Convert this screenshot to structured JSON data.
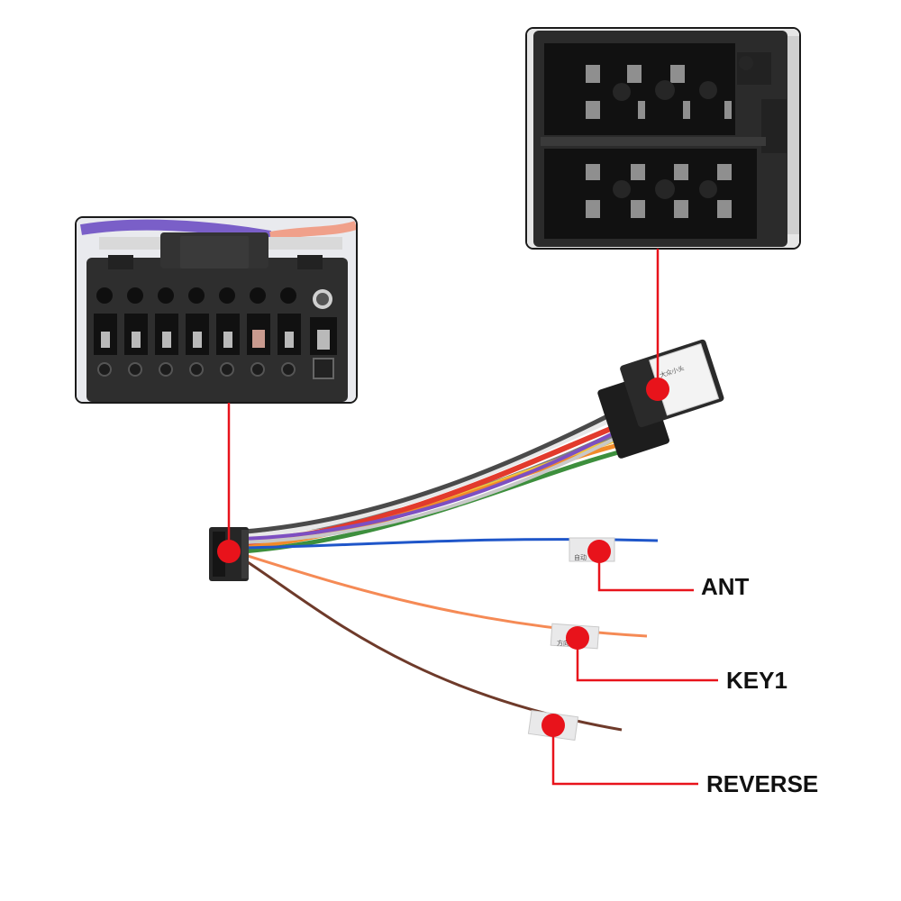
{
  "labels": {
    "ant": "ANT",
    "key1": "KEY1",
    "reverse": "REVERSE"
  },
  "colors": {
    "marker": "#e8131b",
    "leader": "#e8131b",
    "connector_body": "#2a2a2a",
    "label_text": "#111111",
    "wire_blue": "#1f56c9",
    "wire_orange": "#f58a55",
    "wire_brown": "#6e3a2a"
  },
  "icons": {
    "left_inset": "16-pin-connector-closeup",
    "right_inset": "iso-connector-closeup",
    "marker": "red-dot-marker"
  }
}
